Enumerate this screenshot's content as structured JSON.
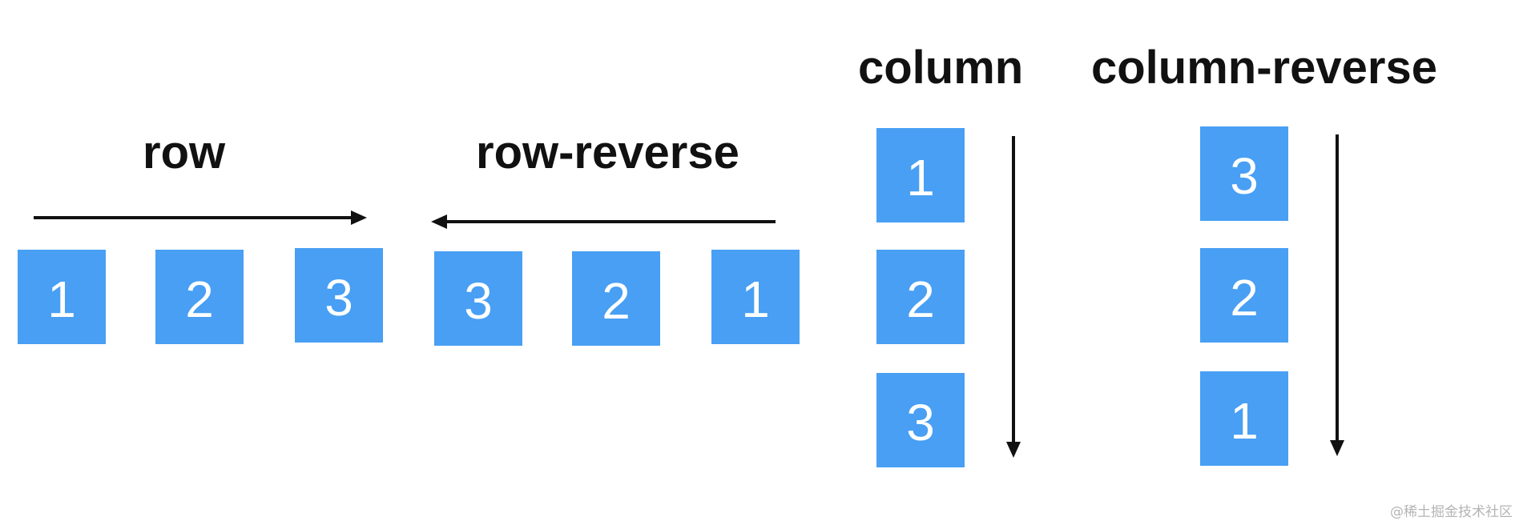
{
  "colors": {
    "box_fill": "#489ff4",
    "box_text": "#ffffff",
    "label_text": "#111111",
    "arrow": "#111111"
  },
  "directions": {
    "row": {
      "label": "row",
      "arrow": "right",
      "items": [
        "1",
        "2",
        "3"
      ]
    },
    "row_reverse": {
      "label": "row-reverse",
      "arrow": "left",
      "items": [
        "3",
        "2",
        "1"
      ]
    },
    "column": {
      "label": "column",
      "arrow": "down",
      "items": [
        "1",
        "2",
        "3"
      ]
    },
    "column_reverse": {
      "label": "column-reverse",
      "arrow": "down",
      "items": [
        "3",
        "2",
        "1"
      ]
    }
  },
  "watermark": "@稀土掘金技术社区"
}
